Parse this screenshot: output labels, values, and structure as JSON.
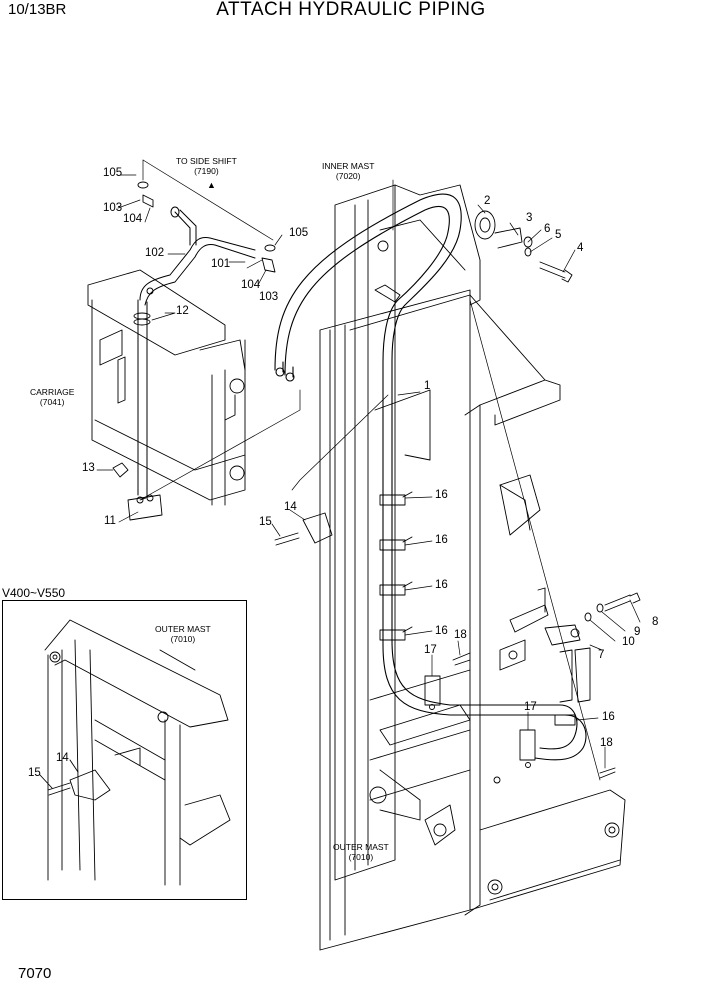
{
  "header": {
    "model": "10/13BR",
    "title": "ATTACH HYDRAULIC PIPING"
  },
  "footer": {
    "page_number": "7070"
  },
  "inset": {
    "variant_label": "V400~V550"
  },
  "assembly_labels": {
    "to_side_shift": "TO SIDE SHIFT",
    "to_side_shift_ref": "(7190)",
    "inner_mast": "INNER MAST",
    "inner_mast_ref": "(7020)",
    "carriage": "CARRIAGE",
    "carriage_ref": "(7041)",
    "outer_mast": "OUTER MAST",
    "outer_mast_ref": "(7010)",
    "inset_outer_mast": "OUTER MAST",
    "inset_outer_mast_ref": "(7010)"
  },
  "part_callouts": [
    "105",
    "103",
    "104",
    "102",
    "101",
    "105",
    "104",
    "103",
    "12",
    "2",
    "3",
    "6",
    "5",
    "4",
    "1",
    "13",
    "11",
    "14",
    "15",
    "16",
    "16",
    "16",
    "16",
    "8",
    "9",
    "10",
    "7",
    "18",
    "17",
    "17",
    "16",
    "18",
    "14",
    "15"
  ],
  "colors": {
    "line": "#000000",
    "background": "#ffffff"
  }
}
